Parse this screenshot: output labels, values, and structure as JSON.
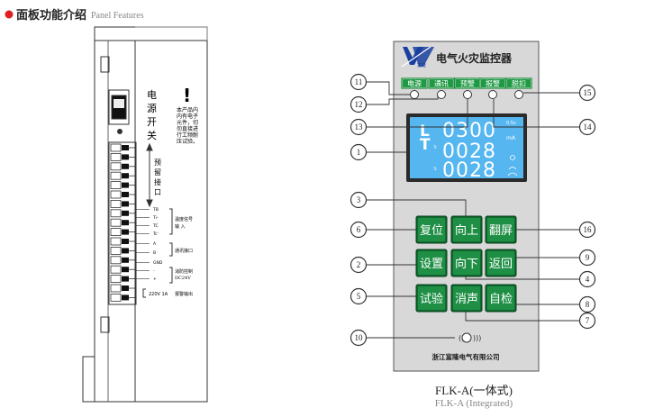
{
  "header": {
    "title_cn": "面板功能介绍",
    "title_en": "Panel Features"
  },
  "side_view": {
    "power_label": [
      "电",
      "源",
      "开",
      "关"
    ],
    "warning_mark": "!",
    "warning_text": [
      "本产品内",
      "内有电子",
      "元件，切",
      "勿直接进",
      "行工频耐",
      "压试验。"
    ],
    "reserved_label": [
      "预",
      "留",
      "接",
      "口"
    ],
    "terminals": [
      {
        "text": "TB"
      },
      {
        "text": "Ti-"
      },
      {
        "text": "TC"
      },
      {
        "text": "Tc'"
      },
      {
        "text": "A"
      },
      {
        "text": "B"
      },
      {
        "text": "GND"
      },
      {
        "text": "-"
      },
      {
        "text": "+"
      }
    ],
    "group_labels": {
      "temp": [
        "温度信号",
        "输    入"
      ],
      "comm": "通讯接口",
      "power": [
        "消防控制",
        "DC24V"
      ],
      "alarm_prefix": "220V 1A",
      "alarm": "报警输出"
    }
  },
  "front_panel": {
    "device_title": "电气火灾监控器",
    "brand": "富隆",
    "company": "浙江富隆电气有限公司",
    "indicators": [
      "电源",
      "通讯",
      "预警",
      "报警",
      "脱扣"
    ],
    "display": {
      "row1": "0300",
      "row2": "0028",
      "row3": "0028",
      "letter1": "L",
      "letter2": "T",
      "unit_ma": "mA",
      "small1": "0.5s",
      "small2": "Tc",
      "small3": "Tc"
    },
    "buttons": {
      "reset": "复位",
      "up": "向上",
      "page": "翻屏",
      "setting": "设置",
      "down": "向下",
      "back": "返回",
      "test": "试验",
      "mute": "消声",
      "check": "自检"
    },
    "callouts": [
      "1",
      "2",
      "3",
      "4",
      "5",
      "6",
      "7",
      "8",
      "9",
      "10",
      "11",
      "12",
      "13",
      "14",
      "15",
      "16"
    ]
  },
  "caption": {
    "model": "FLK-A(一体式)",
    "model_en": "FLK-A (Integrated)"
  }
}
